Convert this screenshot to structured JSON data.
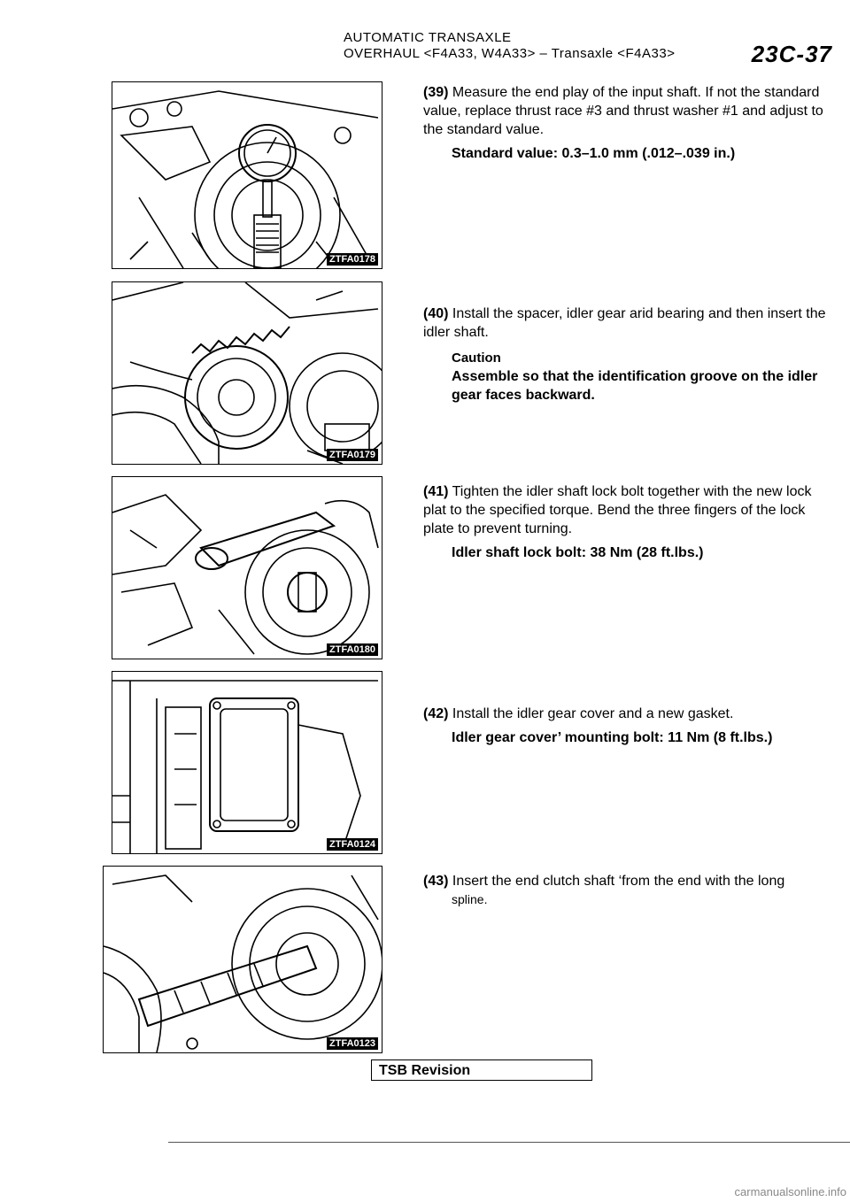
{
  "header": {
    "line1": "AUTOMATIC TRANSAXLE",
    "line2": "OVERHAUL <F4A33, W4A33> – Transaxle <F4A33>",
    "page_number": "23C-37"
  },
  "figures": [
    {
      "code": "ZTFA0178"
    },
    {
      "code": "ZTFA0179"
    },
    {
      "code": "ZTFA0180"
    },
    {
      "code": "ZTFA0124"
    },
    {
      "code": "ZTFA0123"
    }
  ],
  "steps": [
    {
      "number": "(39)",
      "text": "Measure the end play of the input shaft. If not the standard value, replace thrust race #3 and thrust washer #1 and adjust to the standard value.",
      "spec": "Standard value: 0.3–1.0 mm (.012–.039 in.)"
    },
    {
      "number": "(40)",
      "text": "Install the spacer, idler gear arid bearing and then insert the idler shaft.",
      "caution_title": "Caution",
      "caution_text": "Assemble so that the identification groove on the idler gear faces backward."
    },
    {
      "number": "(41)",
      "text": "Tighten the idler shaft lock bolt together with the new lock plat to the specified torque. Bend the three fingers of the lock plate to prevent turning.",
      "spec": "Idler shaft lock bolt: 38 Nm (28 ft.lbs.)"
    },
    {
      "number": "(42)",
      "text": "Install the idler gear cover and a new gasket.",
      "spec": "Idler gear cover’ mounting bolt: 11 Nm (8 ft.lbs.)"
    },
    {
      "number": "(43)",
      "text": "Insert the end clutch shaft ‘from the end with the long",
      "extra": "spline."
    }
  ],
  "footer": {
    "revision_label": "TSB Revision",
    "watermark": "carmanualsonline.info"
  }
}
